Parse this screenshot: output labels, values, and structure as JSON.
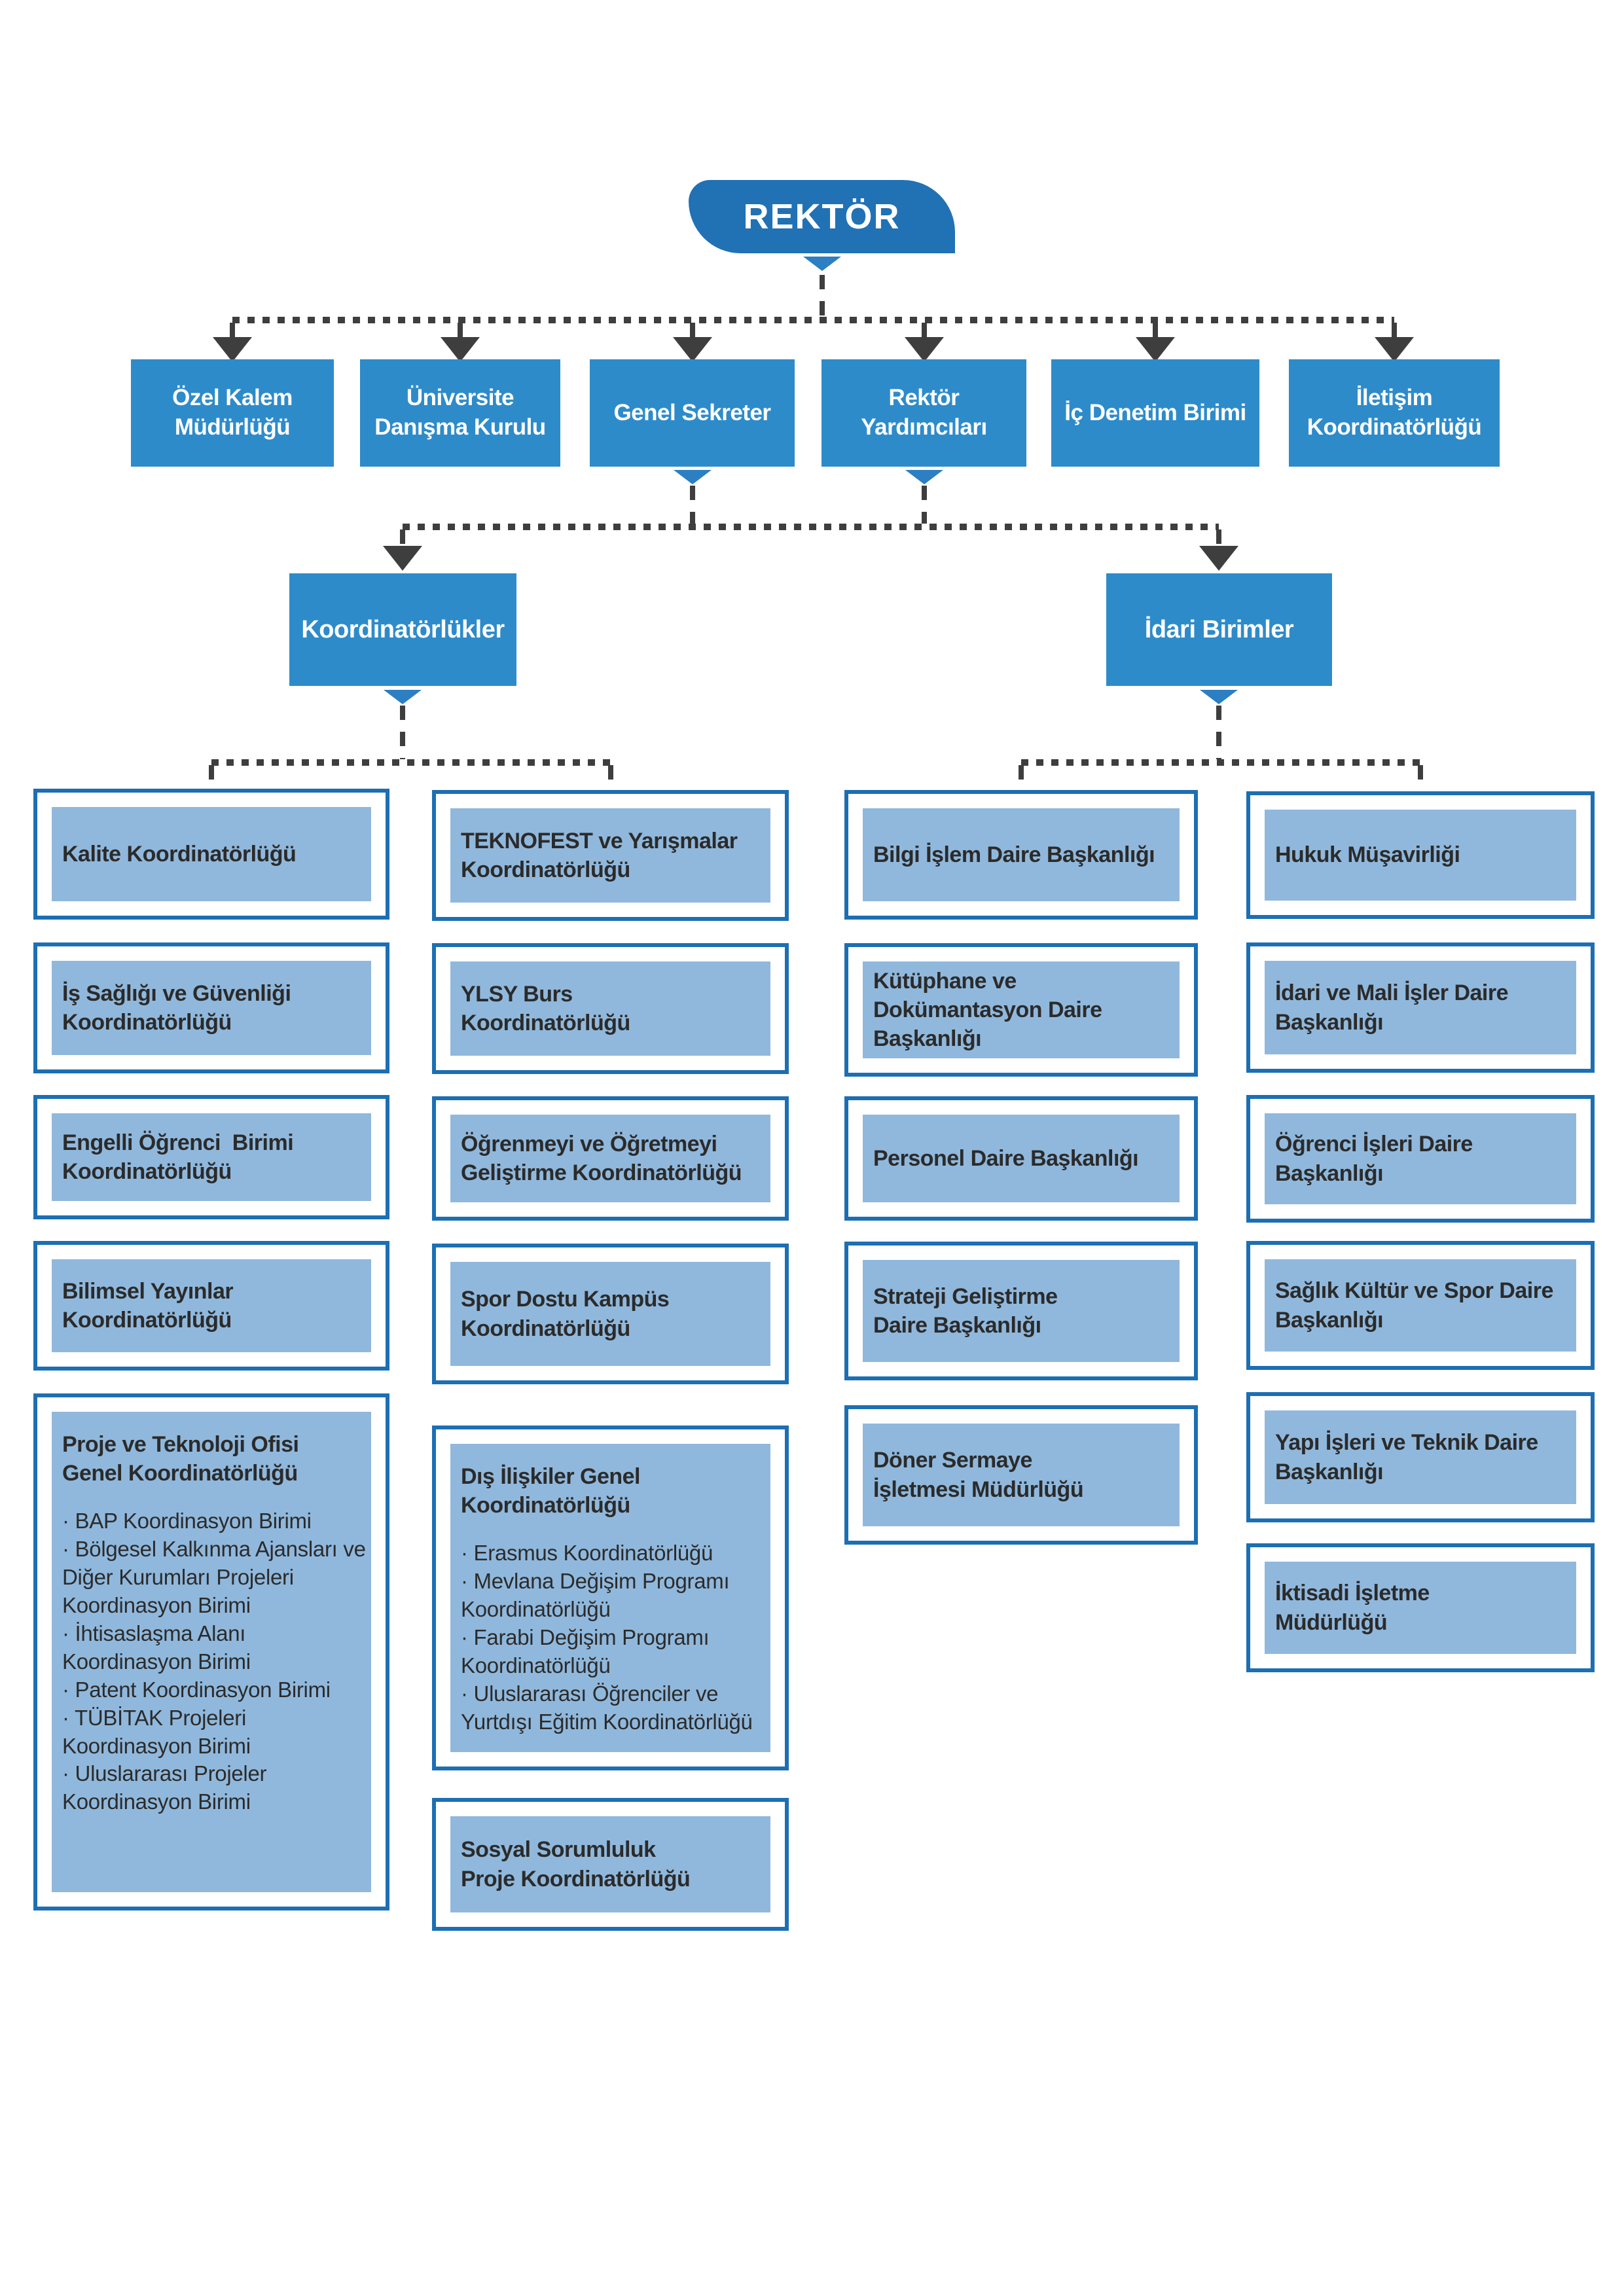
{
  "palette": {
    "rektor_fill": "#2171b5",
    "node_fill": "#2e8bca",
    "cell_border": "#1c6fb3",
    "cell_fill": "#90b8dc",
    "connector_dark": "#3e3e3e",
    "triangle_blue": "#2b7fc2",
    "text_dark": "#2b2b2b",
    "text_light": "#ffffff"
  },
  "chart": {
    "root": {
      "label": "REKTÖR"
    },
    "level1": [
      {
        "label": "Özel Kalem\nMüdürlüğü"
      },
      {
        "label": "Üniversite\nDanışma Kurulu"
      },
      {
        "label": "Genel Sekreter"
      },
      {
        "label": "Rektör\nYardımcıları"
      },
      {
        "label": "İç Denetim Birimi"
      },
      {
        "label": "İletişim\nKoordinatörlüğü"
      }
    ],
    "branches": [
      {
        "label": "Koordinatörlükler"
      },
      {
        "label": "İdari Birimler"
      }
    ],
    "koordinatorlukler": {
      "col1": [
        {
          "title": "Kalite Koordinatörlüğü"
        },
        {
          "title": "İş Sağlığı ve Güvenliği\nKoordinatörlüğü"
        },
        {
          "title": "Engelli Öğrenci  Birimi\nKoordinatörlüğü"
        },
        {
          "title": "Bilimsel Yayınlar\nKoordinatörlüğü"
        },
        {
          "title": "Proje ve Teknoloji Ofisi\nGenel Koordinatörlüğü",
          "items": [
            "BAP Koordinasyon Birimi",
            "Bölgesel Kalkınma Ajansları ve Diğer Kurumları Projeleri Koordinasyon Birimi",
            "İhtisaslaşma Alanı Koordinasyon Birimi",
            "Patent Koordinasyon Birimi",
            "TÜBİTAK Projeleri Koordinasyon Birimi",
            "Uluslararası Projeler Koordinasyon Birimi"
          ]
        }
      ],
      "col2": [
        {
          "title": "TEKNOFEST ve Yarışmalar\nKoordinatörlüğü"
        },
        {
          "title": "YLSY Burs\nKoordinatörlüğü"
        },
        {
          "title": "Öğrenmeyi ve Öğretmeyi\nGeliştirme Koordinatörlüğü"
        },
        {
          "title": "Spor Dostu Kampüs\nKoordinatörlüğü"
        },
        {
          "title": "Dış İlişkiler Genel\nKoordinatörlüğü",
          "items": [
            "Erasmus Koordinatörlüğü",
            "Mevlana Değişim Programı Koordinatörlüğü",
            "Farabi Değişim Programı Koordinatörlüğü",
            "Uluslararası Öğrenciler ve Yurtdışı Eğitim Koordinatörlüğü"
          ]
        },
        {
          "title": "Sosyal Sorumluluk\nProje Koordinatörlüğü"
        }
      ]
    },
    "idari": {
      "col1": [
        {
          "title": "Bilgi İşlem Daire Başkanlığı"
        },
        {
          "title": "Kütüphane ve\nDokümantasyon Daire\nBaşkanlığı"
        },
        {
          "title": "Personel Daire Başkanlığı"
        },
        {
          "title": "Strateji Geliştirme\nDaire Başkanlığı"
        },
        {
          "title": "Döner Sermaye\nİşletmesi Müdürlüğü"
        }
      ],
      "col2": [
        {
          "title": "Hukuk Müşavirliği"
        },
        {
          "title": "İdari ve Mali İşler Daire\nBaşkanlığı"
        },
        {
          "title": "Öğrenci İşleri Daire\nBaşkanlığı"
        },
        {
          "title": "Sağlık Kültür ve Spor Daire\nBaşkanlığı"
        },
        {
          "title": "Yapı İşleri ve Teknik Daire\nBaşkanlığı"
        },
        {
          "title": "İktisadi İşletme\nMüdürlüğü"
        }
      ]
    }
  }
}
